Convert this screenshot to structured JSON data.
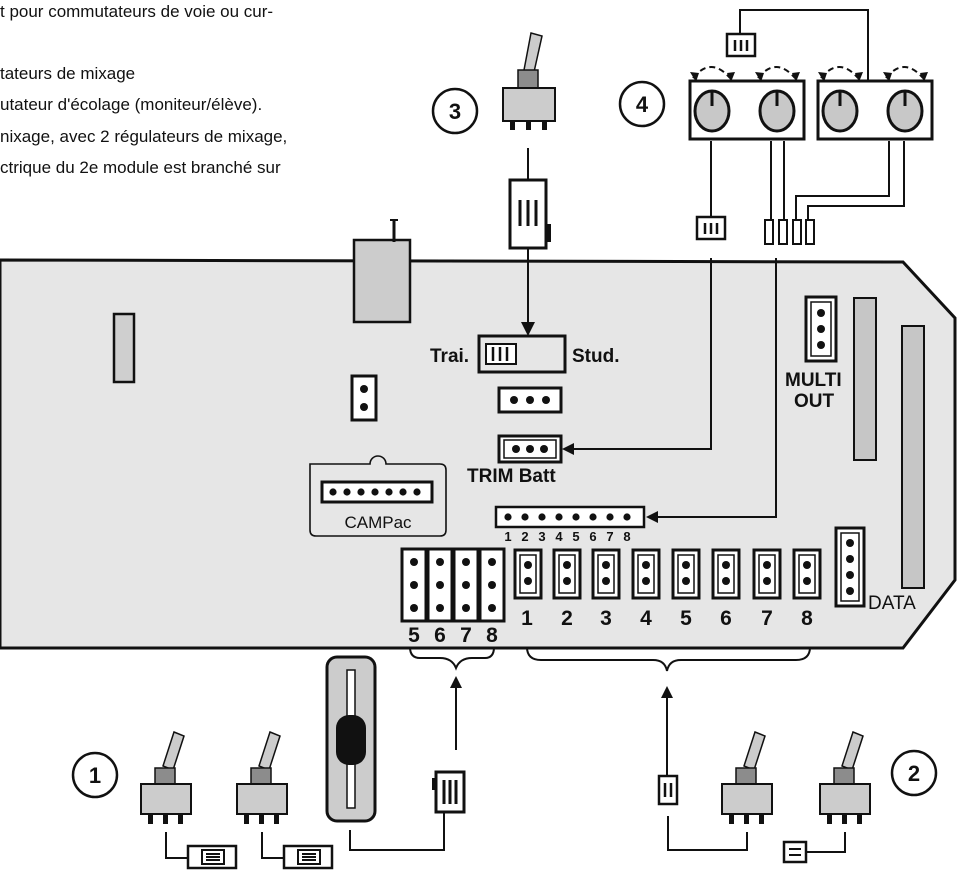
{
  "intro_lines": [
    "t pour commutateurs de voie ou cur-",
    "tateurs de mixage",
    "utateur d'écolage (moniteur/élève).",
    "nixage, avec 2 régulateurs de mixage,",
    "ctrique du 2e module est branché sur"
  ],
  "callouts": {
    "c1": "1",
    "c2": "2",
    "c3": "3",
    "c4": "4"
  },
  "board_labels": {
    "trainer": "Trai.",
    "student": "Stud.",
    "trim_batt": "TRIM Batt",
    "multi": "MULTI",
    "out": "OUT",
    "campac": "CAMPac",
    "data": "DATA"
  },
  "header_numbers": [
    "1",
    "2",
    "3",
    "4",
    "5",
    "6",
    "7",
    "8"
  ],
  "slot_numbers_right": [
    "1",
    "2",
    "3",
    "4",
    "5",
    "6",
    "7",
    "8"
  ],
  "slot_numbers_left": [
    "5",
    "6",
    "7",
    "8"
  ],
  "colors": {
    "board_fill": "#e6e6e6",
    "component_gray": "#cccccc",
    "line": "#111111",
    "knob_fill": "#c8c8c8"
  }
}
